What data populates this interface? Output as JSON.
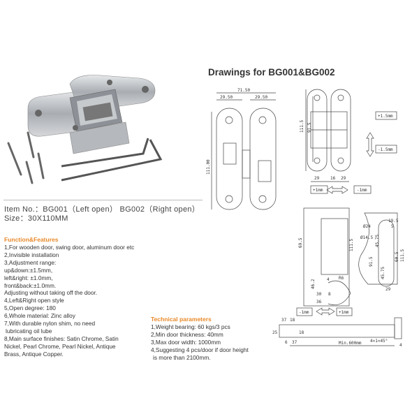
{
  "product": {
    "item_no": "Item No.：BG001（Left open） BG002（Right open）",
    "size": "Size：30X110MM"
  },
  "features": {
    "heading": "Function&Features",
    "lines": [
      "1,For wooden door, swing door, aluminum door etc",
      "2,Invisible installation",
      "3,Adjustment range:",
      "up&down:±1.5mm,",
      "left&right: ±1.0mm,",
      "front&back:±1.0mm.",
      "Adjusting without taking off the door.",
      "4,Left&Right open style",
      "5,Open degree: 180",
      "6,Whole material: Zinc alloy",
      "7,With durable nylon shim, no need",
      " lubricating oil lube",
      "8,Main surface finishes: Satin Chrome, Satin",
      "Nickel, Pearl Chrome, Pearl Nickel, Antique",
      "Brass, Antique Copper."
    ]
  },
  "technical": {
    "heading": "Technical parameters",
    "lines": [
      "1,Weight bearing: 60 kgs/3 pcs",
      "2,Min door thickness: 40mm",
      "3,Max door width: 1000mm",
      "4,Suggesting 4 pcs/door if door height",
      " is more than 2100mm."
    ]
  },
  "drawings": {
    "title": "Drawings for BG001&BG002",
    "front": {
      "width_total": "71.50",
      "leaf_left": "29.50",
      "leaf_right": "29.50",
      "height": "111.00"
    },
    "adjust": {
      "h1": "111.5",
      "h2": "91.5",
      "w1": "29",
      "w2": "16",
      "w3": "29",
      "up": "+1.5mm",
      "down": "-1.5mm",
      "left": "+1mm",
      "right": "-1mm"
    },
    "side": {
      "h1": "69.5",
      "h2": "111.5",
      "d1": "4",
      "d2": "46.2",
      "d3": "30",
      "d4": "8",
      "d5": "36",
      "r": "R6",
      "left": "-1mm",
      "right": "+1mm"
    },
    "profile": {
      "a": "19.5",
      "b": "5",
      "c": "Ø14.5",
      "d": "Ø24",
      "e": "45.75",
      "f": "91.5",
      "g": "45.75",
      "h": "60.5",
      "i": "111.5",
      "j": "29"
    },
    "rod": {
      "a": "37",
      "b": "18",
      "c": "25",
      "d": "18",
      "e": "6",
      "f": "37",
      "length": "Min.600mm",
      "chamfer": "4×1×45°",
      "end": "4"
    }
  },
  "colors": {
    "accent": "#e8892a",
    "metal": "#b9bcc0"
  }
}
